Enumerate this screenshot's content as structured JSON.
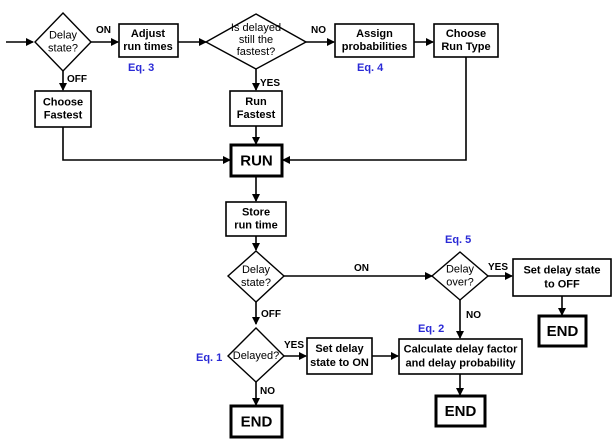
{
  "nodes": {
    "delay_state_1": "Delay\nstate?",
    "adjust": "Adjust\nrun times",
    "still_fastest": "Is delayed\nstill the\nfastest?",
    "assign": "Assign\nprobabilities",
    "choose_run_type": "Choose\nRun Type",
    "choose_fastest": "Choose\nFastest",
    "run_fastest": "Run\nFastest",
    "run": "RUN",
    "store": "Store\nrun time",
    "delay_state_2": "Delay\nstate?",
    "delay_over": "Delay\nover?",
    "set_off": "Set delay state\nto OFF",
    "end_right": "END",
    "calc": "Calculate delay factor\nand delay probability",
    "end_middle": "END",
    "delayed": "Delayed?",
    "set_on": "Set delay\nstate to ON",
    "end_bottom": "END"
  },
  "edge_labels": {
    "on_1": "ON",
    "off_1": "OFF",
    "no_1": "NO",
    "yes_1": "YES",
    "on_2": "ON",
    "off_2": "OFF",
    "yes_2": "YES",
    "no_2": "NO",
    "yes_3": "YES",
    "no_3": "NO"
  },
  "equations": {
    "eq3": "Eq. 3",
    "eq4": "Eq. 4",
    "eq5": "Eq. 5",
    "eq2": "Eq. 2",
    "eq1": "Eq. 1"
  },
  "colors": {
    "equation_label": "#2a2ad6",
    "stroke": "#000000"
  }
}
